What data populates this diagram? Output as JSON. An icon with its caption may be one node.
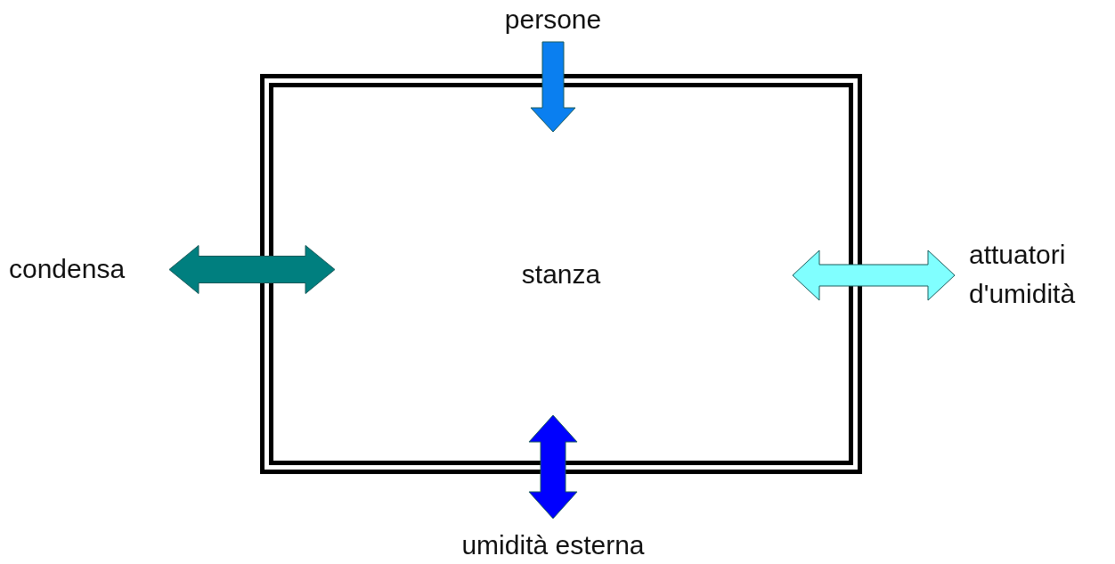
{
  "diagram": {
    "nodes": [
      {
        "text": [
          "stanza"
        ]
      },
      {
        "text": [
          "persone"
        ]
      },
      {
        "text": [
          "condensa"
        ]
      },
      {
        "text": [
          "attuatori d'umidità"
        ]
      },
      {
        "text": [
          "umidità esterna"
        ]
      }
    ],
    "edges": [
      {
        "from": 1,
        "to": 0,
        "arrow": "to",
        "style": "thick",
        "color": "#0a7ff0"
      },
      {
        "from": 2,
        "to": 0,
        "arrow": "both",
        "style": "thick",
        "color": "#007f7f"
      },
      {
        "from": 3,
        "to": 0,
        "arrow": "both",
        "style": "thick",
        "color": "#80ffff"
      },
      {
        "from": 4,
        "to": 0,
        "arrow": "both",
        "style": "thick",
        "color": "#0000ff"
      }
    ]
  }
}
